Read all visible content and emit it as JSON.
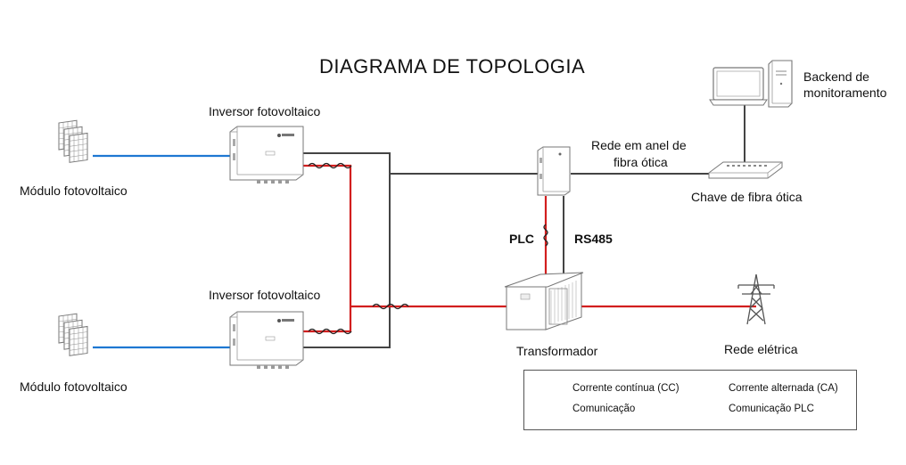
{
  "title": "DIAGRAMA DE TOPOLOGIA",
  "labels": {
    "pv_module_top": "Módulo fotovoltaico",
    "pv_module_bottom": "Módulo fotovoltaico",
    "inverter_top": "Inversor fotovoltaico",
    "inverter_bottom": "Inversor fotovoltaico",
    "ring_network_line1": "Rede em anel de",
    "ring_network_line2": "fibra ótica",
    "backend_line1": "Backend de",
    "backend_line2": "monitoramento",
    "fiber_switch": "Chave de fibra ótica",
    "plc": "PLC",
    "rs485": "RS485",
    "transformer": "Transformador",
    "grid": "Rede elétrica"
  },
  "legend": {
    "dc": "Corrente contínua (CC)",
    "ac": "Corrente alternada (CA)",
    "comm": "Comunicação",
    "plc_comm": "Comunicação PLC"
  },
  "colors": {
    "dc": "#1e78d2",
    "ac": "#d21e1e",
    "comm": "#444444"
  }
}
